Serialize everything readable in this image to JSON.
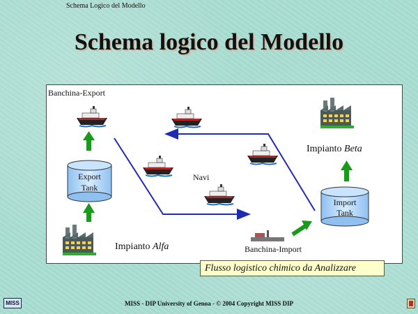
{
  "header": {
    "small_title": "Schema Logico del  Modello",
    "title": "Schema logico del Modello"
  },
  "diagram": {
    "banchina_export": "Banchina-Export",
    "export_tank_line1": "Export",
    "export_tank_line2": "Tank",
    "navi": "Navi",
    "impianto_alfa_prefix": "Impianto ",
    "impianto_alfa_name": "Alfa",
    "banchina_import": "Banchina-Import",
    "import_tank_line1": "Import",
    "import_tank_line2": "Tank",
    "impianto_beta_prefix": "Impianto ",
    "impianto_beta_name": "Beta",
    "caption": "Flusso logistico chimico da Analizzare"
  },
  "footer": {
    "logo": "MISS",
    "text": "MISS - DIP University of Genoa   -  © 2004 Copyright MISS DIP"
  },
  "colors": {
    "arrow_green": "#1a9a1a",
    "flow_blue": "#1f2bb0",
    "tank_fill": "#b3d9ff",
    "caption_bg": "#ffffcc"
  },
  "icons": [
    "ship-icon",
    "factory-icon",
    "tank-icon",
    "harbor-icon",
    "seal-icon"
  ]
}
